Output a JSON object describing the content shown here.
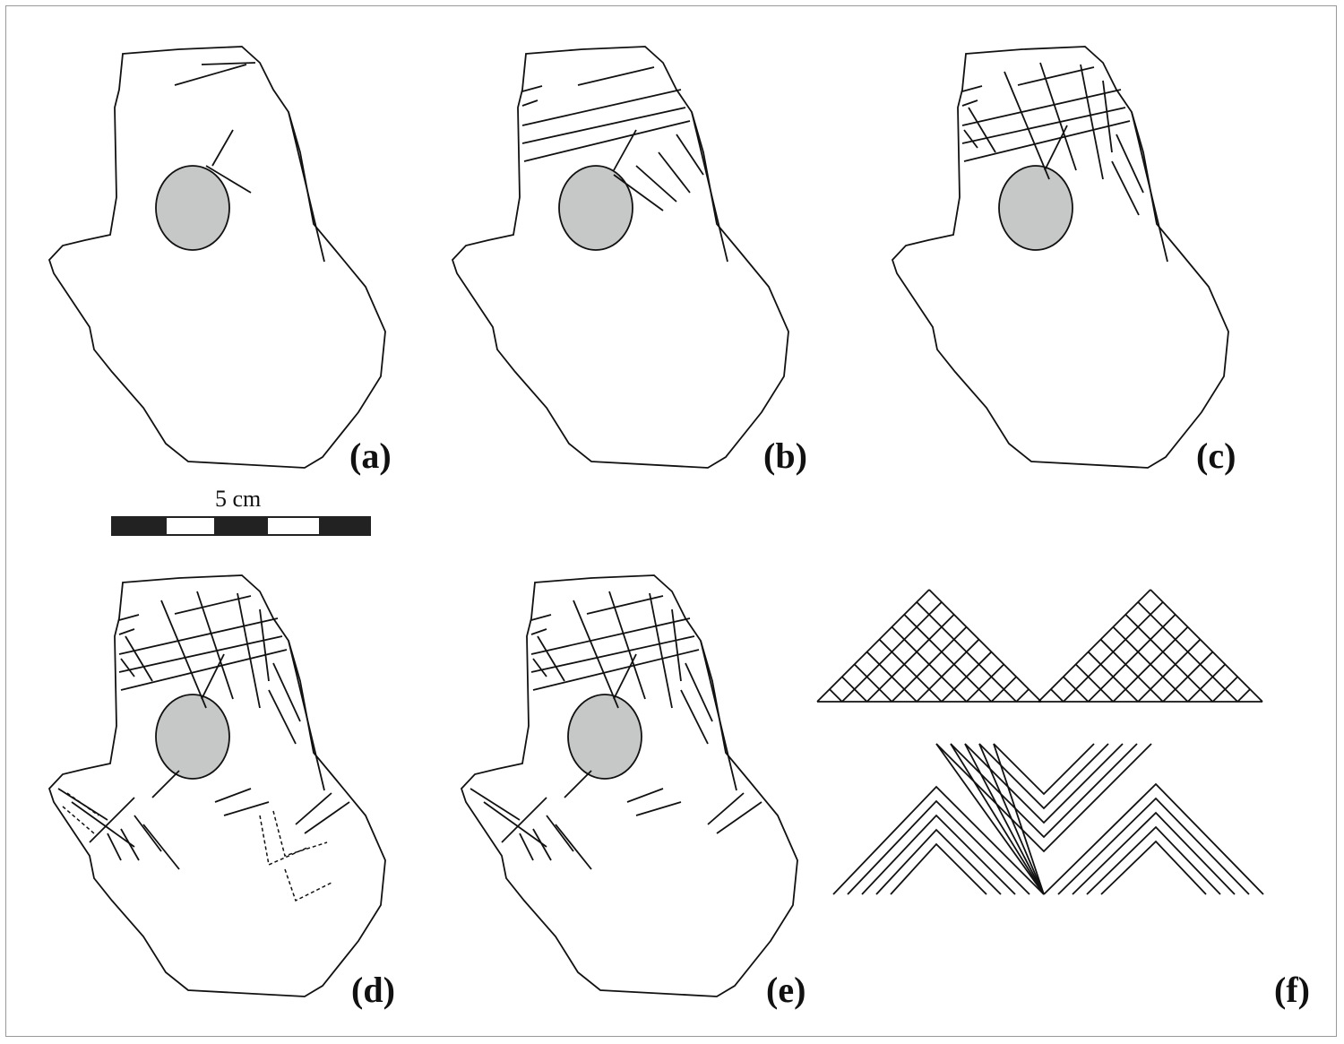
{
  "panels": [
    {
      "id": "a",
      "label": "(a)"
    },
    {
      "id": "b",
      "label": "(b)"
    },
    {
      "id": "c",
      "label": "(c)"
    },
    {
      "id": "d",
      "label": "(d)"
    },
    {
      "id": "e",
      "label": "(e)"
    },
    {
      "id": "f",
      "label": "(f)"
    }
  ],
  "scale_bar": {
    "label": "5 cm",
    "segments": 5
  },
  "colors": {
    "hole": "#c6c8c7",
    "line": "#111111",
    "border": "#999999"
  }
}
